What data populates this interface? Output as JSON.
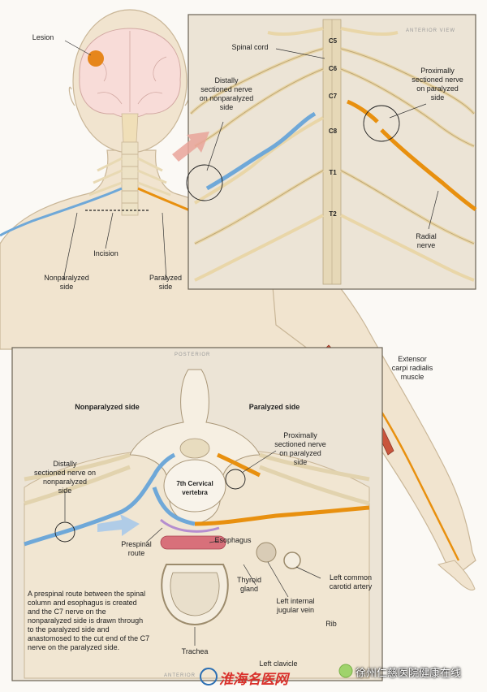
{
  "top_figure": {
    "lesion": "Lesion",
    "incision": "Incision",
    "nonparalyzed_side": "Nonparalyzed\nside",
    "paralyzed_side": "Paralyzed\nside"
  },
  "inset_anterior": {
    "view": "ANTERIOR VIEW",
    "spinal_cord": "Spinal cord",
    "distal": "Distally\nsectioned nerve\non nonparalyzed\nside",
    "proximal": "Proximally\nsectioned nerve\non paralyzed\nside",
    "radial": "Radial\nnerve",
    "vertebrae": [
      "C5",
      "C6",
      "C7",
      "C8",
      "T1",
      "T2"
    ]
  },
  "arm": {
    "muscle": "Extensor\ncarpi radialis\nmuscle"
  },
  "cross_section": {
    "view": "POSTERIOR",
    "view_bottom": "ANTERIOR",
    "nonparalyzed_title": "Nonparalyzed side",
    "paralyzed_title": "Paralyzed side",
    "proximal": "Proximally\nsectioned nerve\non paralyzed\nside",
    "distal": "Distally\nsectioned nerve on\nnonparalyzed\nside",
    "vertebra": "7th Cervical\nvertebra",
    "prespinal_route": "Prespinal\nroute",
    "esophagus": "Esophagus",
    "thyroid": "Thyroid\ngland",
    "jugular": "Left internal\njugular vein",
    "carotid": "Left common\ncarotid artery",
    "rib": "Rib",
    "trachea": "Trachea",
    "clavicle": "Left clavicle",
    "description": "A prespinal route between the spinal column and esophagus is created and the C7 nerve on the nonparalyzed side is drawn through to the paralyzed side and anastomosed to the cut end of the C7 nerve on the paralyzed side."
  },
  "watermark": {
    "left": "淮海名医网",
    "right": "徐州仁慈医院健康在线"
  },
  "colors": {
    "skin": "#f1e4cf",
    "skin_outline": "#c9b697",
    "nerve": "#f0dfb8",
    "nerve_blue": "#6fa8d8",
    "nerve_orange": "#e8900f",
    "muscle": "#c9553c",
    "lesion": "#e6861b",
    "panel_bg": "#ece4d6",
    "brand_blue": "#2c6fb3",
    "brand_red": "#d9302b"
  }
}
